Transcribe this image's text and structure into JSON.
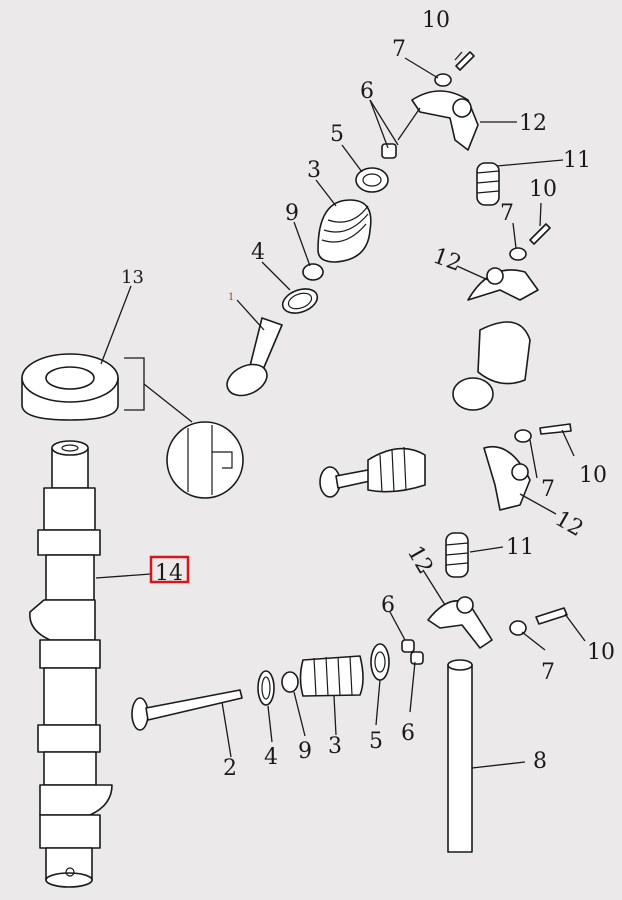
{
  "diagram": {
    "callouts": [
      {
        "id": "c10a",
        "text": "10"
      },
      {
        "id": "c7a",
        "text": "7"
      },
      {
        "id": "c6a",
        "text": "6"
      },
      {
        "id": "c12a",
        "text": "12"
      },
      {
        "id": "c5a",
        "text": "5"
      },
      {
        "id": "c3a",
        "text": "3"
      },
      {
        "id": "c11a",
        "text": "11"
      },
      {
        "id": "c10b",
        "text": "10"
      },
      {
        "id": "c9a",
        "text": "9"
      },
      {
        "id": "c7b",
        "text": "7"
      },
      {
        "id": "c4a",
        "text": "4"
      },
      {
        "id": "c12b",
        "text": "12"
      },
      {
        "id": "c13",
        "text": "13"
      },
      {
        "id": "c1",
        "text": "1"
      },
      {
        "id": "c10c",
        "text": "10"
      },
      {
        "id": "c7c",
        "text": "7"
      },
      {
        "id": "c12c",
        "text": "12"
      },
      {
        "id": "c14",
        "text": "14"
      },
      {
        "id": "c11b",
        "text": "11"
      },
      {
        "id": "c12d",
        "text": "12"
      },
      {
        "id": "c6b",
        "text": "6"
      },
      {
        "id": "c10d",
        "text": "10"
      },
      {
        "id": "c7d",
        "text": "7"
      },
      {
        "id": "c6c",
        "text": "6"
      },
      {
        "id": "c8",
        "text": "8"
      },
      {
        "id": "c2",
        "text": "2"
      },
      {
        "id": "c4b",
        "text": "4"
      },
      {
        "id": "c9b",
        "text": "9"
      },
      {
        "id": "c3b",
        "text": "3"
      },
      {
        "id": "c5b",
        "text": "5"
      }
    ],
    "highlighted_callout": "14",
    "highlight_color": "#d4161d"
  }
}
